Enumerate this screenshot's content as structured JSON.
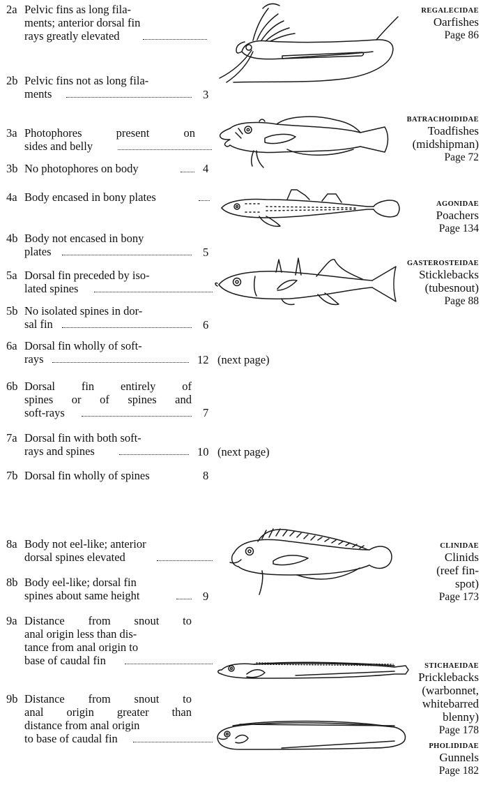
{
  "couplets": [
    {
      "code": "2a",
      "text": [
        "Pelvic fins as long fila-",
        "ments; anterior dorsal fin",
        "rays greatly elevated"
      ]
    },
    {
      "code": "2b",
      "text": [
        "Pelvic fins not as long fila-",
        "ments"
      ],
      "goto": "3"
    },
    {
      "code": "3a",
      "text": [
        "Photophores present on",
        "sides and belly"
      ]
    },
    {
      "code": "3b",
      "text": [
        "No photophores on body"
      ],
      "goto": "4"
    },
    {
      "code": "4a",
      "text": [
        "Body encased in bony plates"
      ]
    },
    {
      "code": "4b",
      "text": [
        "Body not encased in bony",
        "plates"
      ],
      "goto": "5"
    },
    {
      "code": "5a",
      "text": [
        "Dorsal fin preceded by iso-",
        "lated spines"
      ]
    },
    {
      "code": "5b",
      "text": [
        "No isolated spines in dor-",
        "sal fin"
      ],
      "goto": "6"
    },
    {
      "code": "6a",
      "text": [
        "Dorsal fin wholly of soft-",
        "rays"
      ],
      "goto": "12",
      "note": "(next page)"
    },
    {
      "code": "6b",
      "text": [
        "Dorsal fin entirely of",
        "spines or of spines and",
        "soft-rays"
      ],
      "goto": "7"
    },
    {
      "code": "7a",
      "text": [
        "Dorsal fin with both soft-",
        "rays and spines"
      ],
      "goto": "10",
      "note": "(next page)"
    },
    {
      "code": "7b",
      "text": [
        "Dorsal fin wholly of spines"
      ],
      "goto": "8"
    },
    {
      "code": "8a",
      "text": [
        "Body not eel-like; anterior",
        "dorsal spines elevated"
      ]
    },
    {
      "code": "8b",
      "text": [
        "Body eel-like; dorsal fin",
        "spines about same height"
      ],
      "goto": "9"
    },
    {
      "code": "9a",
      "text": [
        "Distance from snout to",
        "anal origin less than dis-",
        "tance from anal origin to",
        "base of caudal fin"
      ]
    },
    {
      "code": "9b",
      "text": [
        "Distance from snout to",
        "anal origin greater than",
        "distance from anal origin",
        "to base of caudal fin"
      ]
    }
  ],
  "families": [
    {
      "scientific": "REGALECIDAE",
      "common": [
        "Oarfishes"
      ],
      "page": "Page 86",
      "fish_icon": "oarfish-illustration"
    },
    {
      "scientific": "BATRACHOIDIDAE",
      "common": [
        "Toadfishes",
        "(midshipman)"
      ],
      "page": "Page 72",
      "fish_icon": "toadfish-illustration"
    },
    {
      "scientific": "AGONIDAE",
      "common": [
        "Poachers"
      ],
      "page": "Page 134",
      "fish_icon": "poacher-illustration"
    },
    {
      "scientific": "GASTEROSTEIDAE",
      "common": [
        "Sticklebacks",
        "(tubesnout)"
      ],
      "page": "Page 88",
      "fish_icon": "stickleback-illustration"
    },
    {
      "scientific": "CLINIDAE",
      "common": [
        "Clinids",
        "(reef fin-",
        "spot)"
      ],
      "page": "Page 173",
      "fish_icon": "clinid-illustration"
    },
    {
      "scientific": "STICHAEIDAE",
      "common": [
        "Pricklebacks",
        "(warbonnet,",
        "whitebarred",
        "blenny)"
      ],
      "page": "Page 178",
      "fish_icon": "prickleback-illustration"
    },
    {
      "scientific": "PHOLIDIDAE",
      "common": [
        "Gunnels"
      ],
      "page": "Page 182",
      "fish_icon": "gunnel-illustration"
    }
  ]
}
